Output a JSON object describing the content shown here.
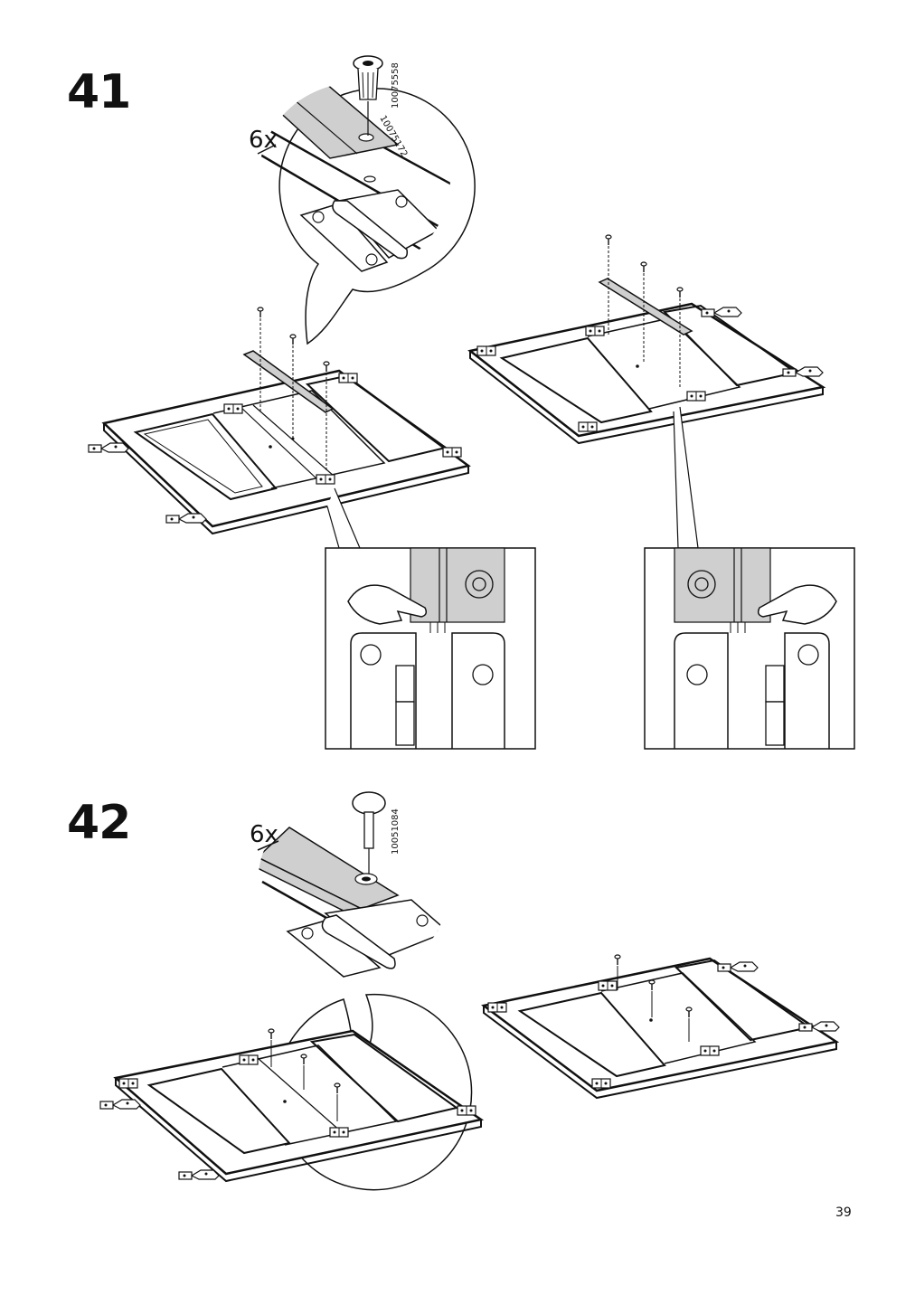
{
  "page": {
    "number": "39"
  },
  "steps": [
    {
      "number": "41",
      "quantity": "6x",
      "part_numbers": [
        "10075558",
        "10075172"
      ],
      "detail_panels": [
        {
          "hand": "left"
        },
        {
          "hand": "right"
        }
      ]
    },
    {
      "number": "42",
      "quantity": "6x",
      "part_numbers": [
        "10051084"
      ]
    }
  ],
  "colors": {
    "line": "#111111",
    "fill_gray": "#cfcfcf",
    "paper": "#ffffff"
  }
}
